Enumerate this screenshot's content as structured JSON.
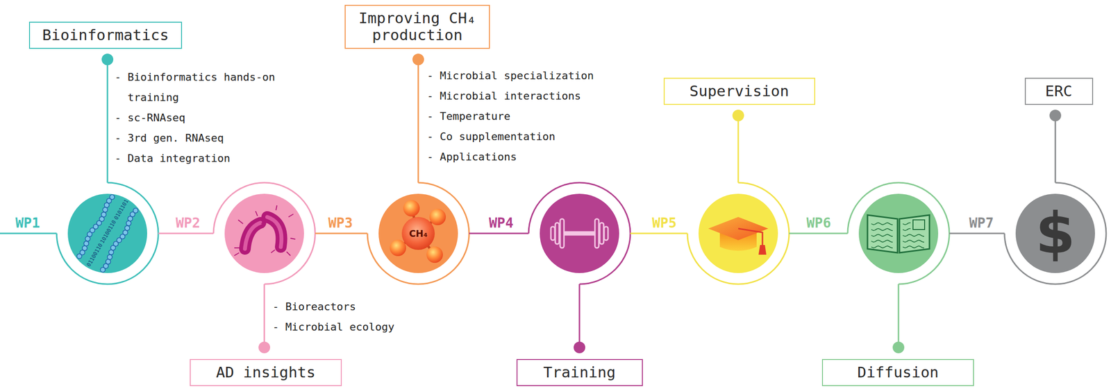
{
  "diagram": {
    "nodes": [
      {
        "text": [
          "Bioinformatics"
        ]
      },
      {
        "text": [
          "AD insights"
        ]
      },
      {
        "text": [
          "Improving CH₄ production"
        ]
      },
      {
        "text": [
          "Training"
        ]
      },
      {
        "text": [
          "Supervision"
        ]
      },
      {
        "text": [
          "Diffusion"
        ]
      },
      {
        "text": [
          "ERC"
        ]
      }
    ],
    "labels": [
      "- Bioinformatics hands-on training",
      "- sc-RNAseq",
      "- 3rd gen. RNAseq",
      "- Data integration",
      "WP1",
      "01100110",
      "10100110",
      "0101101",
      "WP2",
      "- Bioreactors",
      "- Microbial ecology",
      "WP3",
      "CH₄",
      "- Microbial specialization",
      "- Microbial interactions",
      "- Temperature",
      "- Co supplementation",
      "- Applications",
      "WP4",
      "WP5",
      "WP6",
      "WP7",
      "$"
    ]
  }
}
